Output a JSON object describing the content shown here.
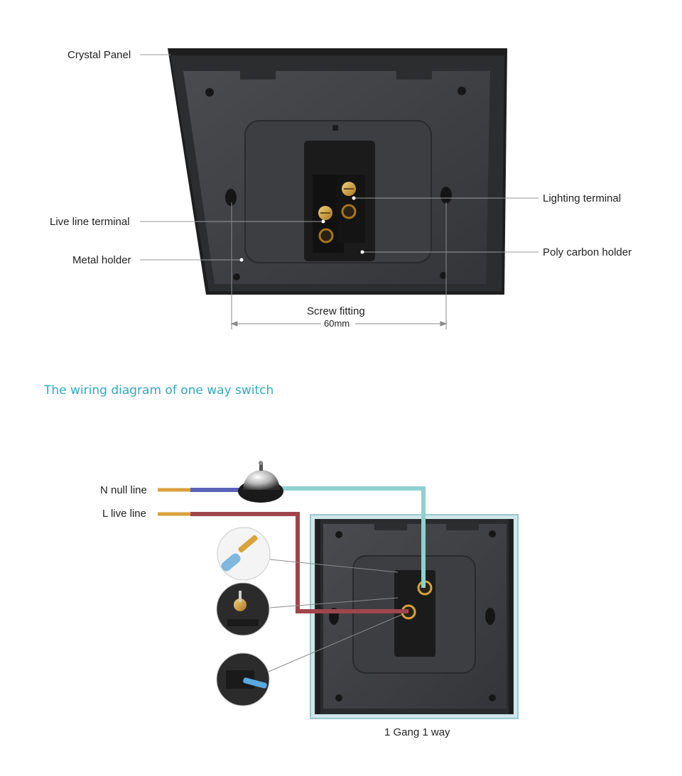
{
  "top_diagram": {
    "labels": {
      "crystal_panel": "Crystal Panel",
      "live_line_terminal": "Live line terminal",
      "metal_holder": "Metal holder",
      "lighting_terminal": "Lighting terminal",
      "poly_carbon_holder": "Poly carbon holder",
      "screw_fitting": "Screw fitting",
      "dimension": "60mm"
    }
  },
  "section_title": "The wiring diagram of one way switch",
  "wiring_diagram": {
    "labels": {
      "n_null_line": "N null line",
      "l_live_line": "L live line",
      "caption": "1 Gang 1 way"
    }
  },
  "colors": {
    "title_accent": "#33a8c4",
    "neutral_wire": "#5a63b8",
    "live_wire": "#a0454d",
    "switched_wire": "#8fd0cf",
    "copper": "#d9a23a",
    "panel_dark": "#3a3b3d",
    "panel_frame": "#1c1c1c"
  },
  "icons": [
    "screw-terminal-icon",
    "bell-lamp-icon",
    "wire-end-icon"
  ]
}
